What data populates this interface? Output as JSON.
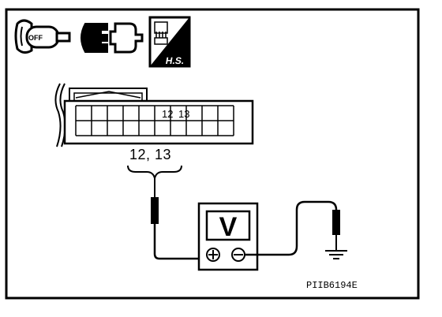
{
  "icons": {
    "ignition_off_label": "OFF",
    "harness_connector_icon": "connector-disconnect-icon",
    "hs_label": "H.S."
  },
  "connector": {
    "pin_a": "12",
    "pin_b": "13",
    "probe_pins": "12, 13"
  },
  "meter": {
    "letter": "V",
    "positive_symbol": "⊕",
    "negative_symbol": "⊖"
  },
  "diagram_code": "PIIB6194E"
}
